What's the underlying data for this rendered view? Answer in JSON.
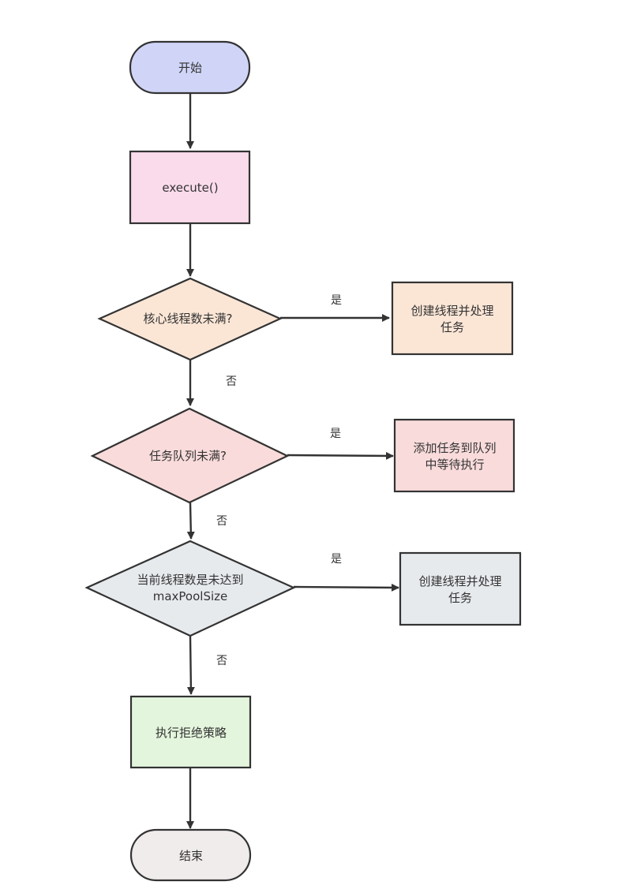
{
  "nodes": {
    "start": {
      "label": "开始",
      "fill": "#d0d5f8"
    },
    "execute": {
      "label": "execute()",
      "fill": "#fadbec"
    },
    "decision_core": {
      "label": "核心线程数未满?",
      "fill": "#fbe6d6"
    },
    "create_core": {
      "line1": "创建线程并处理",
      "line2": "任务",
      "fill": "#fbe6d6"
    },
    "decision_queue": {
      "label": "任务队列未满?",
      "fill": "#f9dbdb"
    },
    "enqueue": {
      "line1": "添加任务到队列",
      "line2": "中等待执行",
      "fill": "#f9dbdb"
    },
    "decision_max": {
      "line1": "当前线程数是未达到",
      "line2": "maxPoolSize",
      "fill": "#e7eaed"
    },
    "create_max": {
      "line1": "创建线程并处理",
      "line2": "任务",
      "fill": "#e7eaed"
    },
    "reject": {
      "label": "执行拒绝策略",
      "fill": "#e3f5dc"
    },
    "end": {
      "label": "结束",
      "fill": "#f0eceb"
    }
  },
  "edge_labels": {
    "yes": "是",
    "no": "否"
  },
  "colors": {
    "stroke": "#333333",
    "text": "#333333"
  }
}
